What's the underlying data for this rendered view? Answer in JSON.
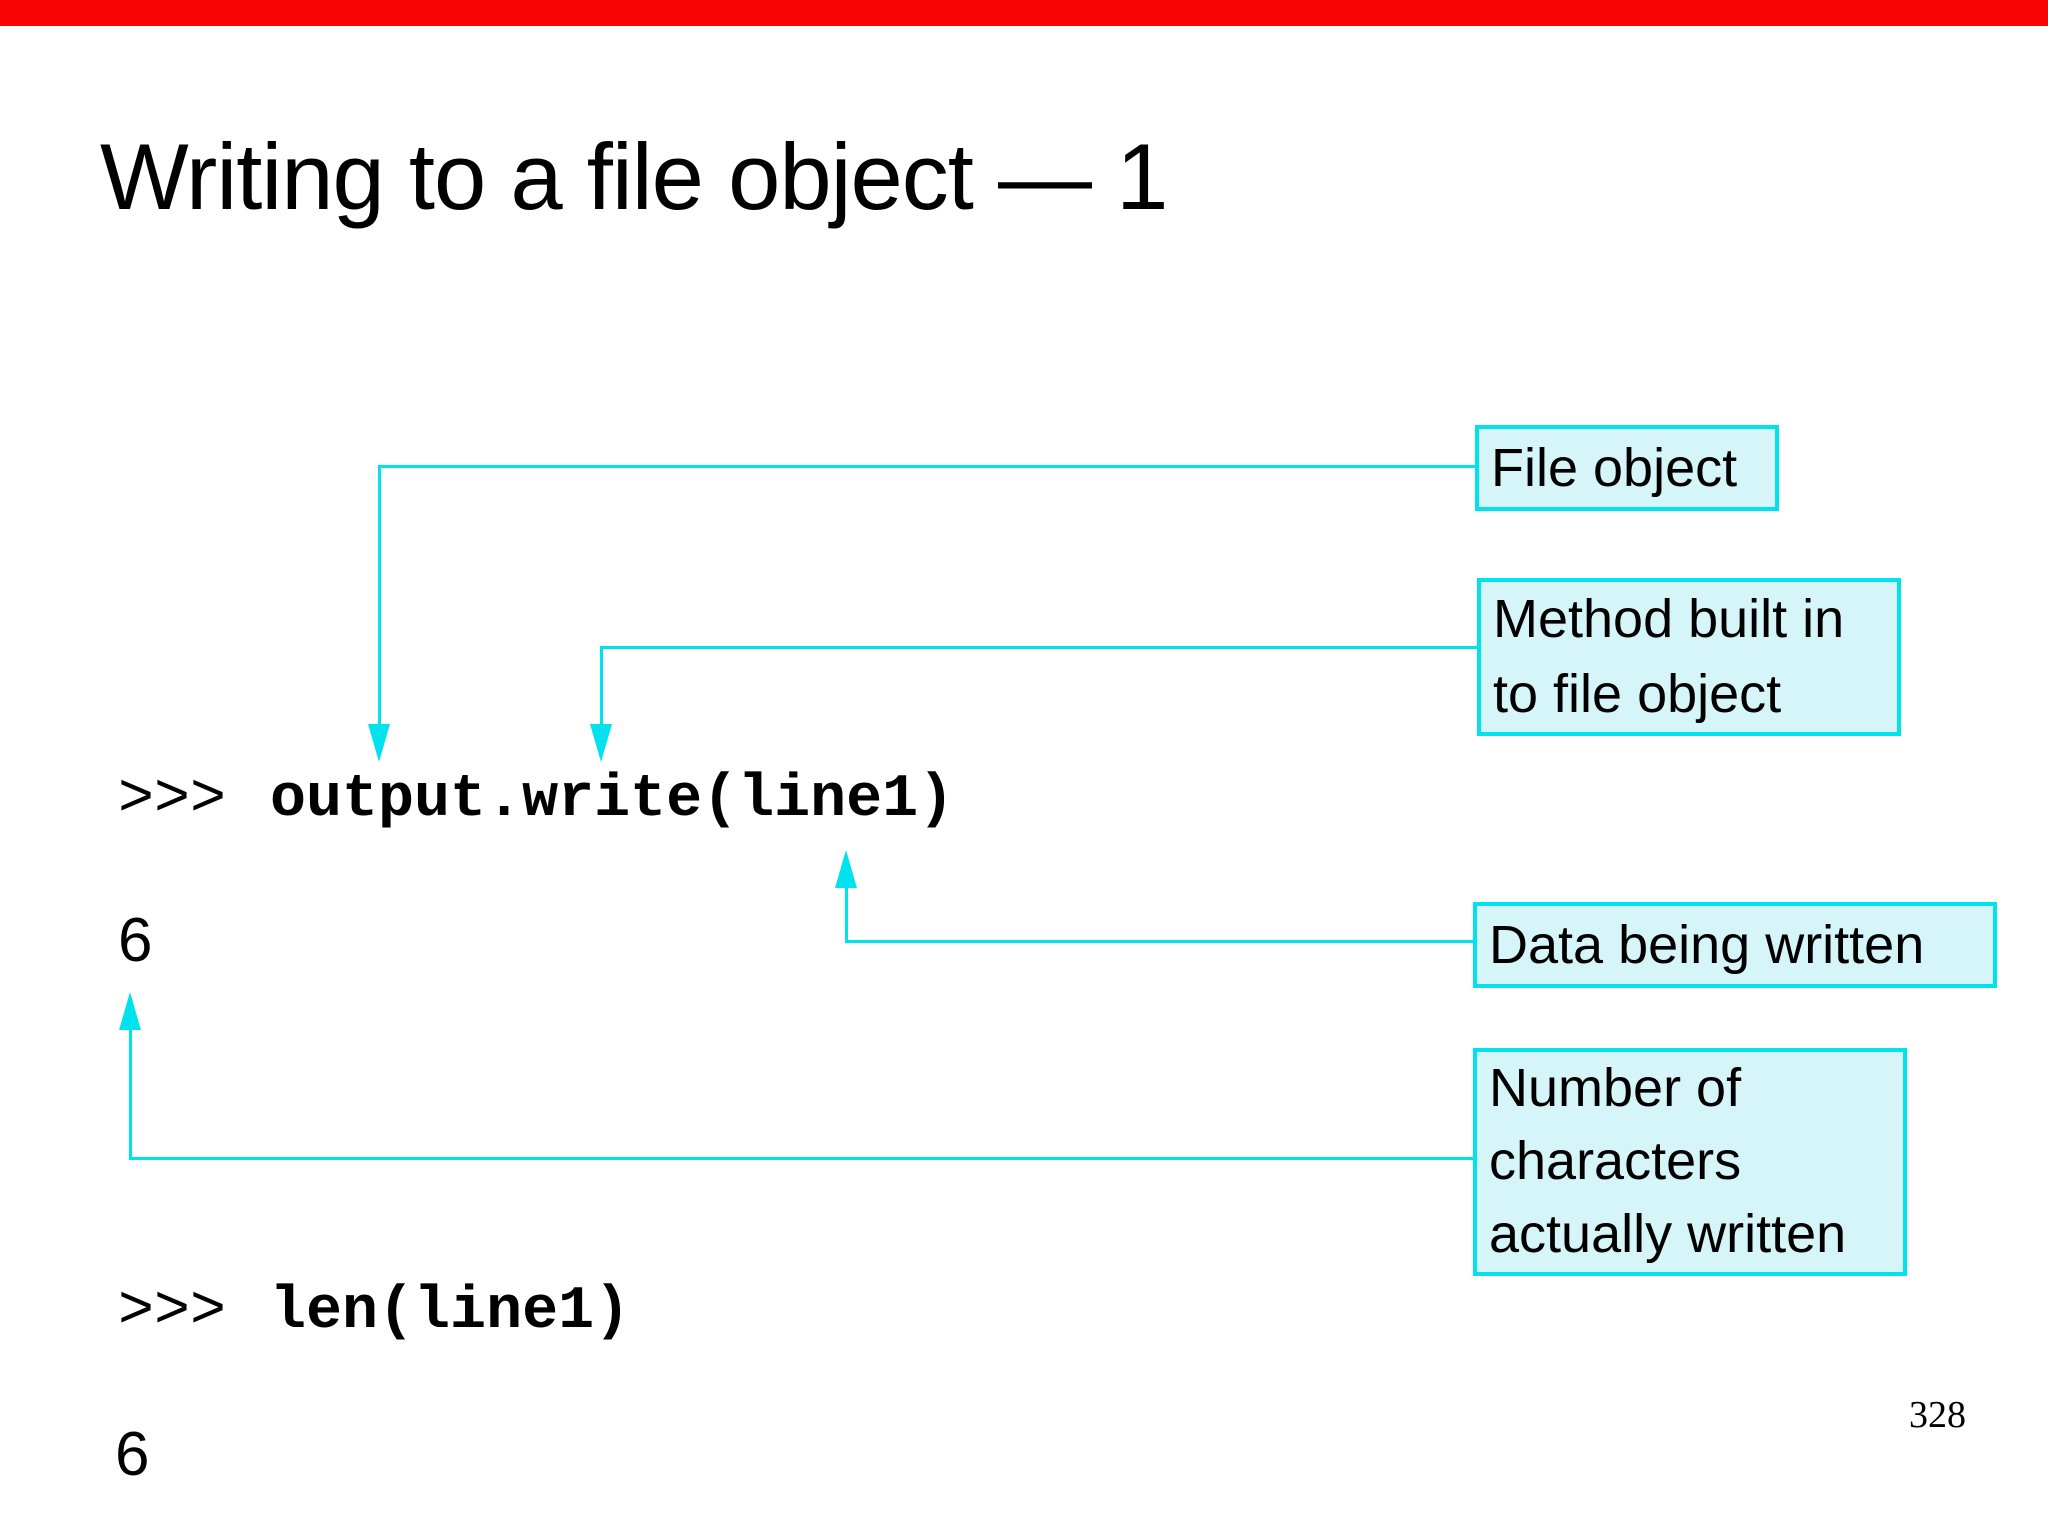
{
  "slide": {
    "title": "Writing to a file object — 1",
    "page_number": "328"
  },
  "terminal": {
    "prompt": ">>>",
    "line1_command": "output.write(line1)",
    "line1_output": "6",
    "line2_command": "len(line1)",
    "line2_output": "6"
  },
  "callouts": {
    "file_object": {
      "label": "File object"
    },
    "method": {
      "label": "Method built in to file object"
    },
    "data": {
      "label": "Data being written"
    },
    "number": {
      "label": "Number of characters actually written"
    }
  },
  "colors": {
    "top_bar": "#fa0505",
    "callout_border": "#00e2ee",
    "callout_fill": "#d5f5f8",
    "connector": "#00e2ee",
    "text": "#000000"
  }
}
